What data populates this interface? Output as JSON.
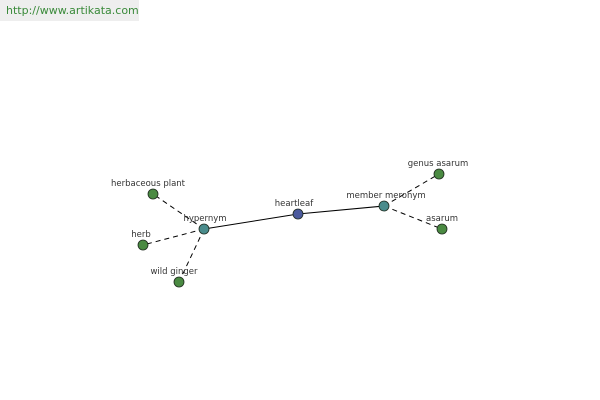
{
  "source_url": "http://www.artikata.com",
  "colors": {
    "banner_bg": "#eeeeee",
    "url_text": "#3a8a3a",
    "center_node": "#4b5a9e",
    "relation_node": "#4a8c8c",
    "leaf_node": "#4a8a42",
    "node_stroke": "#1e2a1e",
    "edge": "#000000"
  },
  "graph": {
    "center": {
      "id": "heartleaf",
      "label": "heartleaf"
    },
    "relations": [
      {
        "id": "hypernym",
        "label": "hypernym"
      },
      {
        "id": "member-meronym",
        "label": "member meronym"
      }
    ],
    "leaves": [
      {
        "id": "herbaceous-plant",
        "label": "herbaceous plant",
        "relation": "hypernym"
      },
      {
        "id": "herb",
        "label": "herb",
        "relation": "hypernym"
      },
      {
        "id": "wild-ginger",
        "label": "wild ginger",
        "relation": "hypernym"
      },
      {
        "id": "genus-asarum",
        "label": "genus asarum",
        "relation": "member-meronym"
      },
      {
        "id": "asarum",
        "label": "asarum",
        "relation": "member-meronym"
      }
    ]
  }
}
